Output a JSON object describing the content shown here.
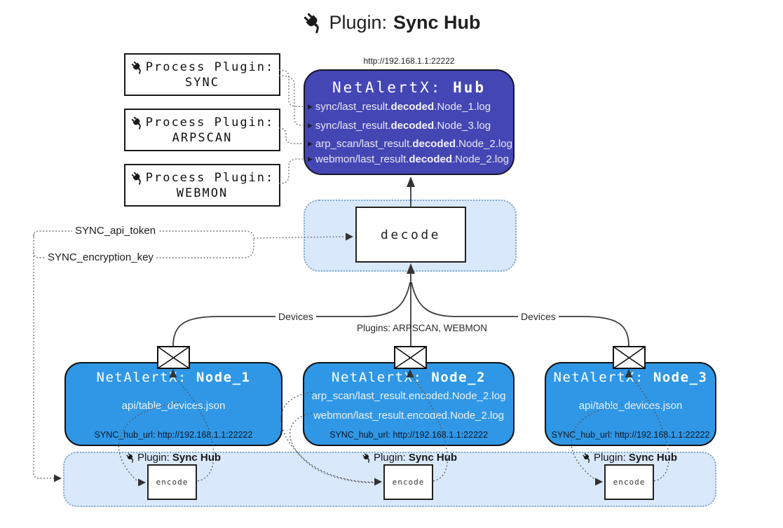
{
  "title": {
    "prefix": "Plugin:",
    "name": "Sync Hub"
  },
  "icons": {
    "title": "plug-icon",
    "process_plugin": "plug-icon",
    "sync_hub_label": "plug-icon",
    "node_message": "envelope-icon"
  },
  "process_plugins": [
    {
      "label": "Process Plugin:",
      "name": "SYNC"
    },
    {
      "label": "Process Plugin:",
      "name": "ARPSCAN"
    },
    {
      "label": "Process Plugin:",
      "name": "WEBMON"
    }
  ],
  "hub": {
    "url": "http://192.168.1.1:22222",
    "title_prefix": "NetAlertX:",
    "title_name": "Hub",
    "lines": [
      {
        "pre": "sync/last_result.",
        "bold": "decoded",
        "post": ".Node_1.log"
      },
      {
        "pre": "sync/last_result.",
        "bold": "decoded",
        "post": ".Node_3.log"
      },
      {
        "pre": "arp_scan/last_result.",
        "bold": "decoded",
        "post": ".Node_2.log"
      },
      {
        "pre": "webmon/last_result.",
        "bold": "decoded",
        "post": ".Node_2.log"
      }
    ]
  },
  "decode": {
    "label": "decode"
  },
  "tokens": {
    "api_token": "SYNC_api_token",
    "encryption_key": "SYNC_encryption_key"
  },
  "edges": {
    "devices_left": "Devices",
    "plugins_center": "Plugins: ARPSCAN, WEBMON",
    "devices_right": "Devices"
  },
  "nodes": [
    {
      "title_prefix": "NetAlertX:",
      "title_name": "Node_1",
      "lines": [
        "api/table_devices.json"
      ],
      "footer": "SYNC_hub_url: http://192.168.1.1:22222"
    },
    {
      "title_prefix": "NetAlertX:",
      "title_name": "Node_2",
      "lines": [
        "arp_scan/last_result.encoded.Node_2.log",
        "webmon/last_result.encoded.Node_2.log"
      ],
      "footer": "SYNC_hub_url: http://192.168.1.1:22222"
    },
    {
      "title_prefix": "NetAlertX:",
      "title_name": "Node_3",
      "lines": [
        "api/table_devices.json"
      ],
      "footer": "SYNC_hub_url: http://192.168.1.1:22222"
    }
  ],
  "encoders": [
    {
      "plugin_label": "Plugin:",
      "plugin_name": "Sync Hub",
      "box": "encode"
    },
    {
      "plugin_label": "Plugin:",
      "plugin_name": "Sync Hub",
      "box": "encode"
    },
    {
      "plugin_label": "Plugin:",
      "plugin_name": "Sync Hub",
      "box": "encode"
    }
  ],
  "colors": {
    "hub_bg": "#4446b4",
    "node_bg": "#2f97e6",
    "container_bg": "#d9e9fb",
    "container_border": "#86a7cc",
    "solid_line": "#3a3a3a",
    "dotted_line": "#777777"
  }
}
